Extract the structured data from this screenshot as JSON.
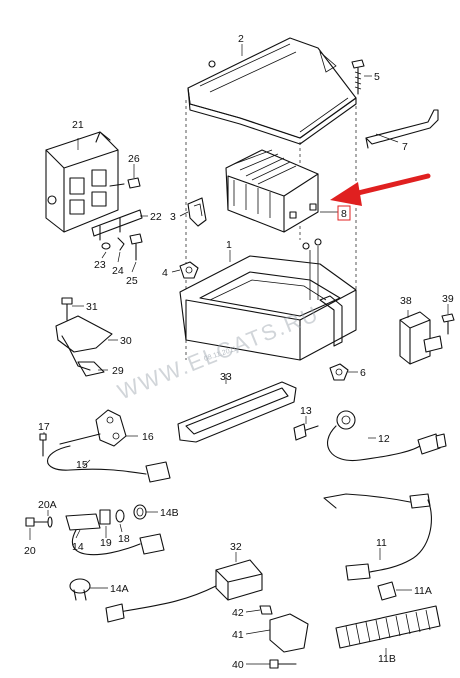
{
  "watermark": "WWW.ELCATS.RU",
  "watermark_date": "08.11.2011",
  "callouts": {
    "c1": "1",
    "c2": "2",
    "c3": "3",
    "c4": "4",
    "c5": "5",
    "c6": "6",
    "c7": "7",
    "c8": "8",
    "c11": "11",
    "c11A": "11A",
    "c11B": "11B",
    "c12": "12",
    "c13": "13",
    "c14": "14",
    "c14A": "14A",
    "c14B": "14B",
    "c15": "15",
    "c16": "16",
    "c17": "17",
    "c18": "18",
    "c19": "19",
    "c20": "20",
    "c20A": "20A",
    "c21": "21",
    "c22": "22",
    "c23": "23",
    "c24": "24",
    "c25": "25",
    "c26": "26",
    "c29": "29",
    "c30": "30",
    "c31": "31",
    "c32": "32",
    "c33": "33",
    "c38": "38",
    "c39": "39",
    "c40": "40",
    "c41": "41",
    "c42": "42"
  },
  "colors": {
    "arrow": "#e02020",
    "line": "#111111",
    "watermark": "#9aa3ad"
  }
}
